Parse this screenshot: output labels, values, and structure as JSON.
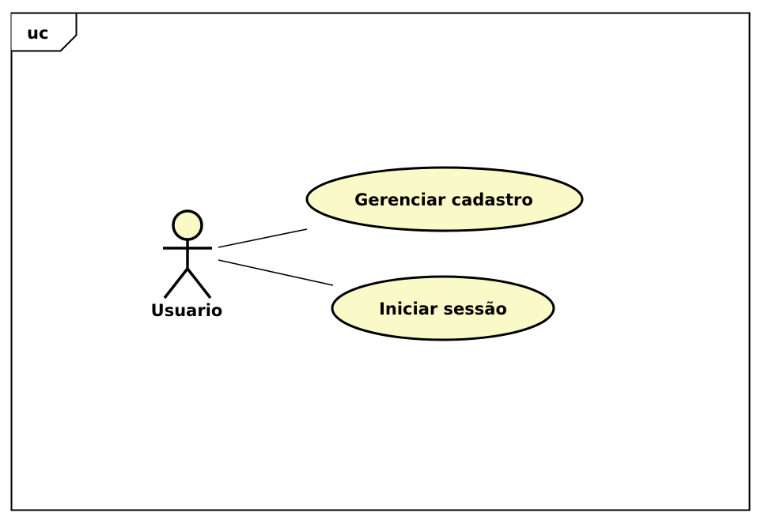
{
  "frame": {
    "tag": "uc"
  },
  "actors": [
    {
      "id": "usuario",
      "name": "Usuario"
    }
  ],
  "use_cases": [
    {
      "id": "gerenciar-cadastro",
      "name": "Gerenciar cadastro"
    },
    {
      "id": "iniciar-sessao",
      "name": "Iniciar sessão"
    }
  ],
  "associations": [
    {
      "from": "usuario",
      "to": "gerenciar-cadastro"
    },
    {
      "from": "usuario",
      "to": "iniciar-sessao"
    }
  ],
  "colors": {
    "use_case_fill": "#fafac8",
    "actor_fill": "#fafac8",
    "line": "#000000",
    "background": "#ffffff"
  }
}
